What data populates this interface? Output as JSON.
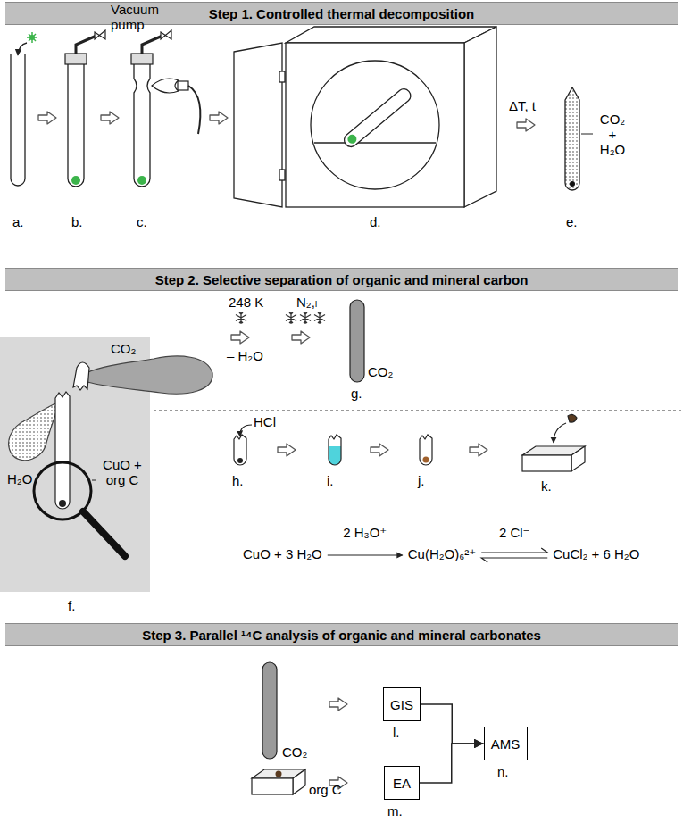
{
  "diagram": {
    "nodes": [
      {
        "text": [
          "Step 1. Controlled thermal decomposition"
        ]
      },
      {
        "text": [
          "Step 2. Selective separation of organic and mineral carbon"
        ]
      },
      {
        "text": [
          "CO₂",
          "H₂O",
          "CuO + org C"
        ]
      },
      {
        "text": [
          "Step 3. Parallel ¹⁴C analysis of organic and mineral carbonates"
        ]
      },
      {
        "text": [
          "GIS"
        ]
      },
      {
        "text": [
          "EA"
        ]
      },
      {
        "text": [
          "AMS"
        ]
      }
    ],
    "edges": [
      {
        "from": 4,
        "to": 6,
        "arrow": "to"
      },
      {
        "from": 5,
        "to": 6,
        "arrow": "to"
      }
    ],
    "labels": [
      "Vacuum pump",
      "a.",
      "b.",
      "c.",
      "d.",
      "ΔT, t",
      "CO₂ + H₂O",
      "e.",
      "248 K",
      "– H₂O",
      "N₂,ₗ",
      "CO₂",
      "g.",
      "f.",
      "HCl",
      "h.",
      "i.",
      "j.",
      "k.",
      "CuO + 3 H₂O",
      "2 H₃O⁺",
      "Cu(H₂O)₆²⁺",
      "2 Cl⁻",
      "CuCl₂ + 6 H₂O",
      "CO₂",
      "org C",
      "l.",
      "m.",
      "n."
    ]
  }
}
